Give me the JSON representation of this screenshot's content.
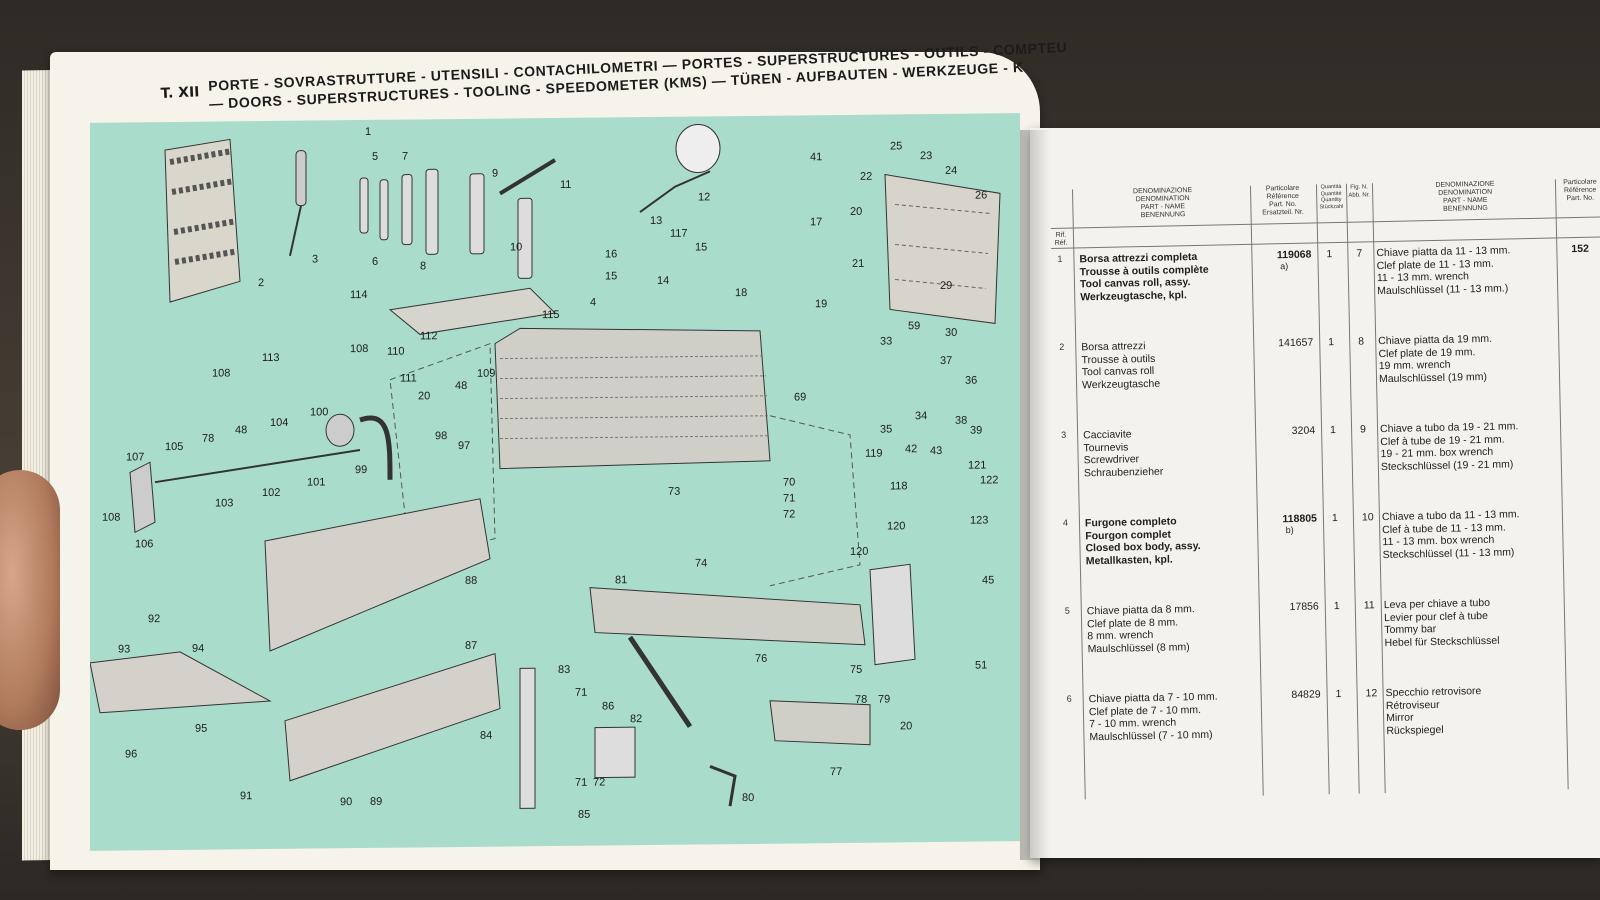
{
  "header": {
    "code": "T. XII",
    "line1": "PORTE - SOVRASTRUTTURE - UTENSILI - CONTACHILOMETRI — PORTES - SUPERSTRUCTURES - OUTILS - COMPTEU",
    "line2": "— DOORS - SUPERSTRUCTURES - TOOLING - SPEEDOMETER (KMS) — TÜREN - AUFBAUTEN - WERKZEUGE - K"
  },
  "diagram": {
    "background": "#a9dccb",
    "callouts": [
      "1",
      "2",
      "3",
      "5",
      "6",
      "7",
      "8",
      "9",
      "10",
      "11",
      "12",
      "13",
      "14",
      "15",
      "16",
      "117",
      "15",
      "17",
      "18",
      "19",
      "20",
      "21",
      "22",
      "25",
      "23",
      "24",
      "26",
      "29",
      "30",
      "59",
      "33",
      "37",
      "34",
      "35",
      "36",
      "38",
      "39",
      "41",
      "42",
      "43",
      "4",
      "114",
      "115",
      "112",
      "110",
      "111",
      "48",
      "20",
      "109",
      "108",
      "113",
      "108",
      "100",
      "104",
      "48",
      "78",
      "105",
      "107",
      "103",
      "102",
      "101",
      "99",
      "98",
      "97",
      "106",
      "108",
      "69",
      "70",
      "71",
      "72",
      "73",
      "119",
      "118",
      "120",
      "120",
      "121",
      "122",
      "123",
      "88",
      "92",
      "93",
      "94",
      "95",
      "96",
      "91",
      "87",
      "83",
      "71",
      "86",
      "84",
      "71",
      "72",
      "85",
      "82",
      "81",
      "74",
      "76",
      "75",
      "78",
      "79",
      "20",
      "77",
      "80",
      "90",
      "89",
      "45",
      "51"
    ]
  },
  "table": {
    "headers": {
      "denominazione": [
        "DENOMINAZIONE",
        "DENOMINATION",
        "PART - NAME",
        "BENENNUNG"
      ],
      "particolare": [
        "Particolare",
        "Référence",
        "Part. No.",
        "Ersatzteil. Nr."
      ],
      "quantity": [
        "Quantità",
        "Quantité",
        "Quantity",
        "Stückzahl"
      ],
      "fig": [
        "Fig. N.",
        "Abb. Nr."
      ],
      "denominazione2": [
        "DENOMINAZIONE",
        "DENOMINATION",
        "PART - NAME",
        "BENENNUNG"
      ],
      "particolare2": [
        "Particolare",
        "Référence",
        "Part. No."
      ]
    },
    "rows": [
      {
        "ref": "1",
        "desc": [
          "Borsa attrezzi completa",
          "Trousse à outils complète",
          "Tool canvas roll, assy.",
          "Werkzeugtasche, kpl."
        ],
        "bold": true,
        "part": "119068",
        "part_note": "a)",
        "qty": "1",
        "fig": "7",
        "desc2": [
          "Chiave piatta da 11 - 13 mm.",
          "Clef plate de 11 - 13 mm.",
          "11 - 13 mm. wrench",
          "Maulschlüssel (11 - 13 mm.)"
        ],
        "part2": "152"
      },
      {
        "ref": "2",
        "desc": [
          "Borsa attrezzi",
          "Trousse à outils",
          "Tool canvas roll",
          "Werkzeugtasche"
        ],
        "bold": false,
        "part": "141657",
        "part_note": "",
        "qty": "1",
        "fig": "8",
        "desc2": [
          "Chiave piatta da 19 mm.",
          "Clef plate de 19 mm.",
          "19 mm. wrench",
          "Maulschlüssel (19 mm)"
        ],
        "part2": ""
      },
      {
        "ref": "3",
        "desc": [
          "Cacciavite",
          "Tournevis",
          "Screwdriver",
          "Schraubenzieher"
        ],
        "bold": false,
        "part": "3204",
        "part_note": "",
        "qty": "1",
        "fig": "9",
        "desc2": [
          "Chiave a tubo da 19 - 21 mm.",
          "Clef à tube de 19 - 21 mm.",
          "19 - 21 mm. box wrench",
          "Steckschlüssel (19 - 21 mm)"
        ],
        "part2": ""
      },
      {
        "ref": "4",
        "desc": [
          "Furgone completo",
          "Fourgon complet",
          "Closed box body, assy.",
          "Metallkasten, kpl."
        ],
        "bold": true,
        "part": "118805",
        "part_note": "b)",
        "qty": "1",
        "fig": "10",
        "desc2": [
          "Chiave a tubo da 11 - 13 mm.",
          "Clef à tube de 11 - 13 mm.",
          "11 - 13 mm. box wrench",
          "Steckschlüssel (11 - 13 mm)"
        ],
        "part2": ""
      },
      {
        "ref": "5",
        "desc": [
          "Chiave piatta da 8 mm.",
          "Clef plate de 8 mm.",
          "8 mm. wrench",
          "Maulschlüssel (8 mm)"
        ],
        "bold": false,
        "part": "17856",
        "part_note": "",
        "qty": "1",
        "fig": "11",
        "desc2": [
          "Leva per chiave a tubo",
          "Levier pour clef à tube",
          "Tommy bar",
          "Hebel für Steckschlüssel"
        ],
        "part2": ""
      },
      {
        "ref": "6",
        "desc": [
          "Chiave piatta da 7 - 10 mm.",
          "Clef plate de 7 - 10 mm.",
          "7 - 10 mm. wrench",
          "Maulschlüssel (7 - 10 mm)"
        ],
        "bold": false,
        "part": "84829",
        "part_note": "",
        "qty": "1",
        "fig": "12",
        "desc2": [
          "Specchio retrovisore",
          "Rétroviseur",
          "Mirror",
          "Rückspiegel"
        ],
        "part2": ""
      }
    ],
    "side_marks": [
      "Rif.",
      "Réf."
    ]
  }
}
